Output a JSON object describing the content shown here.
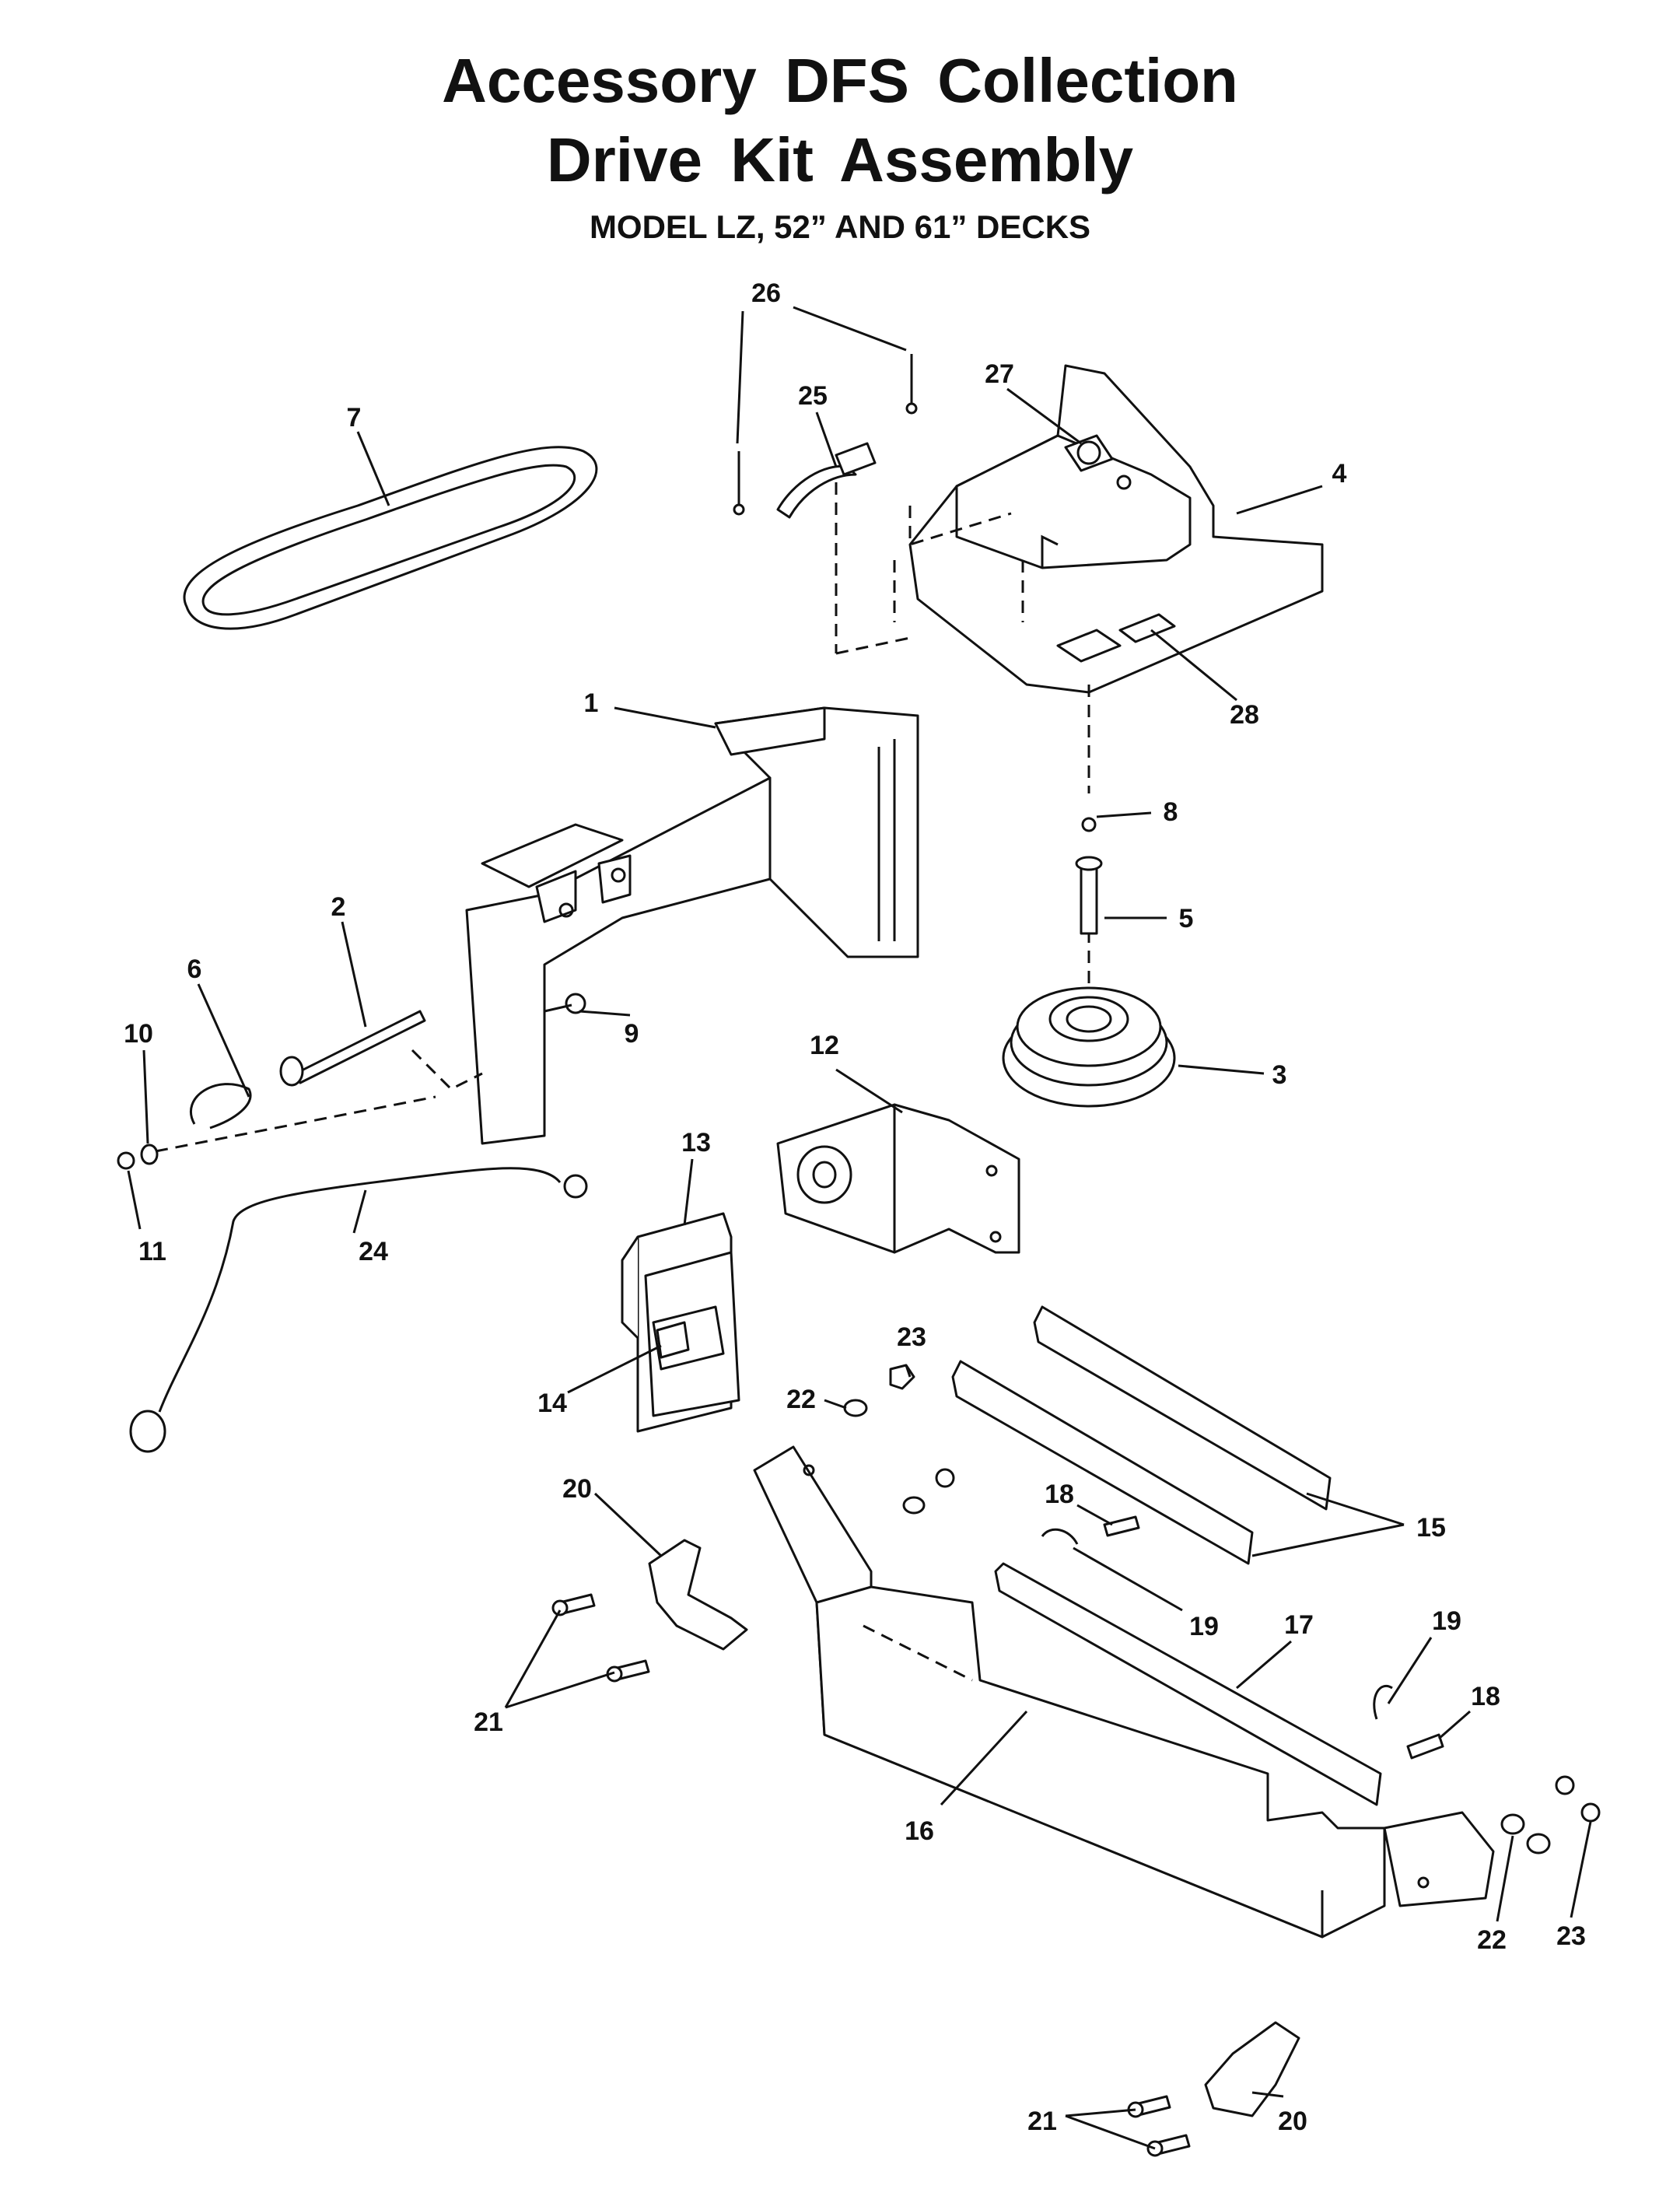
{
  "title": {
    "line1": "Accessory DFS Collection",
    "line2": "Drive Kit Assembly",
    "subtitle": "MODEL LZ, 52” AND 61” DECKS"
  },
  "callouts": [
    {
      "id": "c1",
      "text": "1"
    },
    {
      "id": "c2",
      "text": "2"
    },
    {
      "id": "c3",
      "text": "3"
    },
    {
      "id": "c4",
      "text": "4"
    },
    {
      "id": "c5",
      "text": "5"
    },
    {
      "id": "c6",
      "text": "6"
    },
    {
      "id": "c7",
      "text": "7"
    },
    {
      "id": "c8",
      "text": "8"
    },
    {
      "id": "c9",
      "text": "9"
    },
    {
      "id": "c10",
      "text": "10"
    },
    {
      "id": "c11",
      "text": "11"
    },
    {
      "id": "c12",
      "text": "12"
    },
    {
      "id": "c13",
      "text": "13"
    },
    {
      "id": "c14",
      "text": "14"
    },
    {
      "id": "c15",
      "text": "15"
    },
    {
      "id": "c16",
      "text": "16"
    },
    {
      "id": "c17",
      "text": "17"
    },
    {
      "id": "c18a",
      "text": "18"
    },
    {
      "id": "c18b",
      "text": "18"
    },
    {
      "id": "c19a",
      "text": "19"
    },
    {
      "id": "c19b",
      "text": "19"
    },
    {
      "id": "c20a",
      "text": "20"
    },
    {
      "id": "c20b",
      "text": "20"
    },
    {
      "id": "c21a",
      "text": "21"
    },
    {
      "id": "c21b",
      "text": "21"
    },
    {
      "id": "c22a",
      "text": "22"
    },
    {
      "id": "c22b",
      "text": "22"
    },
    {
      "id": "c23a",
      "text": "23"
    },
    {
      "id": "c23b",
      "text": "23"
    },
    {
      "id": "c24",
      "text": "24"
    },
    {
      "id": "c25",
      "text": "25"
    },
    {
      "id": "c26",
      "text": "26"
    },
    {
      "id": "c27",
      "text": "27"
    },
    {
      "id": "c28",
      "text": "28"
    }
  ]
}
